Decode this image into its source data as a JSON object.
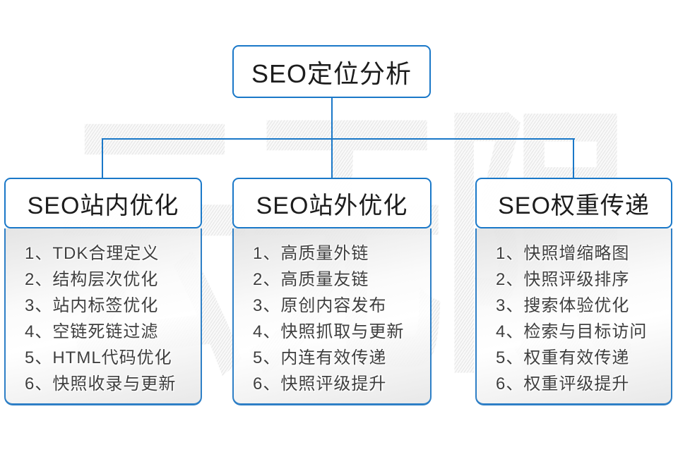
{
  "watermark": {
    "text": "云无限"
  },
  "root": {
    "title": "SEO定位分析"
  },
  "columns": [
    {
      "title": "SEO站内优化",
      "items": [
        "1、TDK合理定义",
        "2、结构层次优化",
        "3、站内标签优化",
        "4、空链死链过滤",
        "5、HTML代码优化",
        "6、快照收录与更新"
      ]
    },
    {
      "title": "SEO站外优化",
      "items": [
        "1、高质量外链",
        "2、高质量友链",
        "3、原创内容发布",
        "4、快照抓取与更新",
        "5、内连有效传递",
        "6、快照评级提升"
      ]
    },
    {
      "title": "SEO权重传递",
      "items": [
        "1、快照增缩略图",
        "2、快照评级排序",
        "3、搜索体验优化",
        "4、检索与目标访问",
        "5、权重有效传递",
        "6、权重评级提升"
      ]
    }
  ],
  "colors": {
    "accent_blue": "#1a78c8",
    "list_bottom_blue": "#2e7fc6",
    "header_text": "#1c1c1c",
    "list_text": "#3f3f3f",
    "watermark_gray": "#e7e7e7",
    "background": "#ffffff"
  }
}
